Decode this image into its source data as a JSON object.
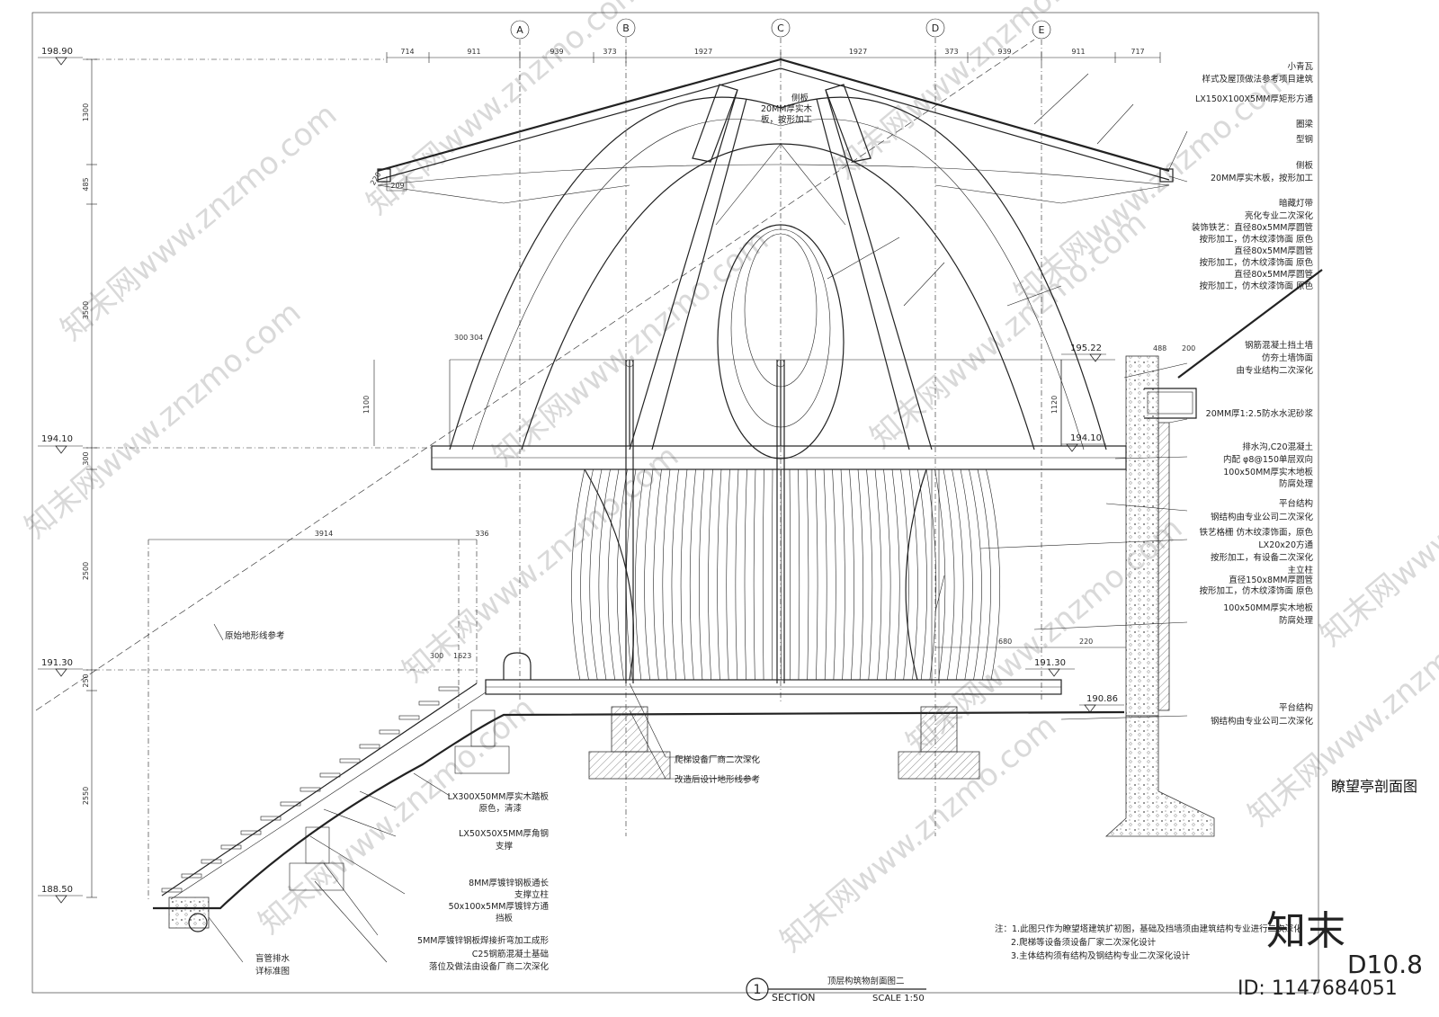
{
  "levels": [
    {
      "value": "198.90"
    },
    {
      "value": "195.22"
    },
    {
      "value": "194.10"
    },
    {
      "value": "194.10"
    },
    {
      "value": "191.30"
    },
    {
      "value": "191.30"
    },
    {
      "value": "190.86"
    },
    {
      "value": "188.50"
    }
  ],
  "grid_axes": [
    "A",
    "B",
    "C",
    "D",
    "E"
  ],
  "top_dims": [
    "714",
    "911",
    "939",
    "373",
    "1927",
    "1927",
    "373",
    "939",
    "911",
    "717"
  ],
  "left_dims": [
    "1300",
    "485",
    "3500",
    "300",
    "2500",
    "250",
    "2550"
  ],
  "misc_dims": [
    "209",
    "300",
    "304",
    "1100",
    "1120",
    "488",
    "200",
    "3914",
    "336",
    "300",
    "300",
    "1623",
    "680",
    "220"
  ],
  "callouts_right": [
    "小青瓦",
    "样式及屋顶做法参考项目建筑",
    "LX150X100X5MM厚矩形方通",
    "圈梁",
    "型钢",
    "侧板",
    "20MM厚实木板，按形加工",
    "暗藏灯带",
    "亮化专业二次深化",
    "装饰铁艺：直径80x5MM厚圆管",
    "按形加工，仿木纹漆饰面 原色",
    "直径80x5MM厚圆管",
    "按形加工，仿木纹漆饰面 原色",
    "直径80x5MM厚圆管",
    "按形加工，仿木纹漆饰面 原色",
    "钢筋混凝土挡土墙",
    "仿夯土墙饰面",
    "由专业结构二次深化",
    "20MM厚1:2.5防水水泥砂浆",
    "排水沟,C20混凝土",
    "内配 φ8@150单层双向",
    "100x50MM厚实木地板",
    "防腐处理",
    "平台结构",
    "钢结构由专业公司二次深化",
    "铁艺格栅 仿木纹漆饰面，原色",
    "LX20x20方通",
    "按形加工，有设备二次深化",
    "主立柱",
    "直径150x8MM厚圆管",
    "按形加工，仿木纹漆饰面 原色",
    "100x50MM厚实木地板",
    "防腐处理",
    "平台结构",
    "钢结构由专业公司二次深化"
  ],
  "callout_roof_side": [
    "侧板",
    "20MM厚实木",
    "板，按形加工"
  ],
  "callouts_bottom_left": [
    "LX300X50MM厚实木踏板",
    "原色，清漆",
    "LX50X50X5MM厚角钢",
    "支撑",
    "8MM厚镀锌钢板通长",
    "支撑立柱",
    "50x100x5MM厚镀锌方通",
    "挡板",
    "5MM厚镀锌钢板焊接折弯加工成形",
    "C25钢筋混凝土基础",
    "落位及做法由设备厂商二次深化",
    "盲管排水",
    "详标准图"
  ],
  "callouts_center": [
    "爬梯设备厂商二次深化",
    "改造后设计地形线参考"
  ],
  "terrain_label": "原始地形线参考",
  "side_title": "瞭望亭剖面图",
  "notes": [
    "注：1.此图只作为瞭望塔建筑扩初图，基础及挡墙须由建筑结构专业进行二次深化",
    "2.爬梯等设备须设备厂家二次深化设计",
    "3.主体结构须有结构及钢结构专业二次深化设计"
  ],
  "title_block": {
    "number": "1",
    "name": "顶层构筑物剖面图二",
    "section_label": "SECTION",
    "scale": "SCALE 1:50"
  },
  "sheet_number": "D10.8",
  "brand_glyph": "知末",
  "id_text": "ID: 1147684051",
  "watermark_text": "知末网www.znzmo.com"
}
